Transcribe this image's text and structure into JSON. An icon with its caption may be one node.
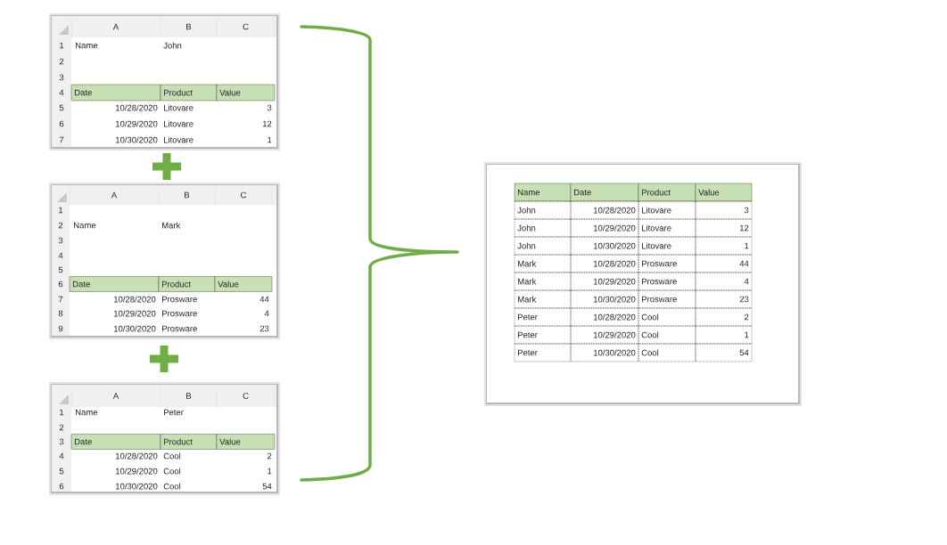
{
  "diagram": {
    "labels": [
      "A",
      "B",
      "C",
      "1",
      "Name",
      "John",
      "2",
      "3",
      "4",
      "Date",
      "Product",
      "Value",
      "5",
      "10/28/2020",
      "Litovare",
      "3",
      "6",
      "10/29/2020",
      "Litovare",
      "12",
      "7",
      "10/30/2020",
      "Litovare",
      "1",
      "A",
      "B",
      "C",
      "1",
      "2",
      "Name",
      "Mark",
      "3",
      "4",
      "5",
      "6",
      "Date",
      "Product",
      "Value",
      "7",
      "10/28/2020",
      "Prosware",
      "44",
      "8",
      "10/29/2020",
      "Prosware",
      "4",
      "9",
      "10/30/2020",
      "Prosware",
      "23",
      "A",
      "B",
      "C",
      "1",
      "Name",
      "Peter",
      "2",
      "3",
      "Date",
      "Product",
      "Value",
      "4",
      "10/28/2020",
      "Cool",
      "2",
      "5",
      "10/29/2020",
      "Cool",
      "1",
      "6",
      "10/30/2020",
      "Cool",
      "54",
      "Name",
      "Date",
      "Product",
      "Value",
      "John",
      "10/28/2020",
      "Litovare",
      "3",
      "John",
      "10/29/2020",
      "Litovare",
      "12",
      "John",
      "10/30/2020",
      "Litovare",
      "1",
      "Mark",
      "10/28/2020",
      "Prosware",
      "44",
      "Mark",
      "10/29/2020",
      "Prosware",
      "4",
      "Mark",
      "10/30/2020",
      "Prosware",
      "23",
      "Peter",
      "10/28/2020",
      "Cool",
      "2",
      "Peter",
      "10/29/2020",
      "Cool",
      "1",
      "Peter",
      "10/30/2020",
      "Cool",
      "54"
    ]
  }
}
